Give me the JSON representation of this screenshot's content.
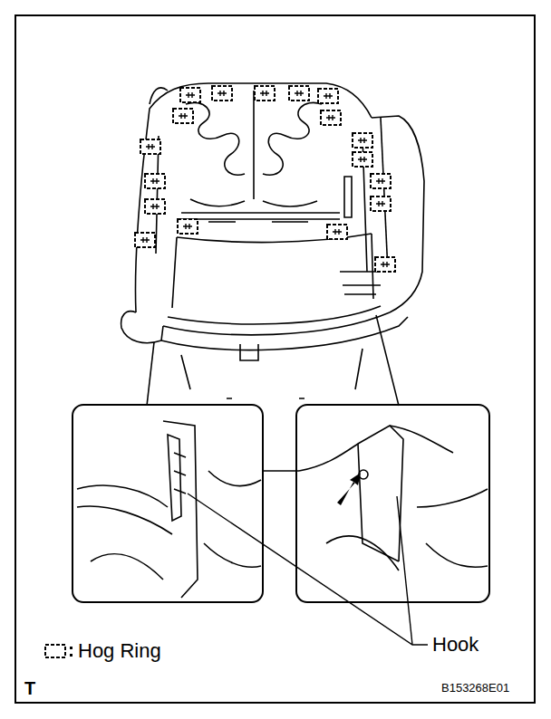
{
  "diagram": {
    "labels": [
      "Hook",
      "T",
      "B153268E01"
    ],
    "legend": [
      {
        "text": "Hog Ring"
      }
    ]
  }
}
